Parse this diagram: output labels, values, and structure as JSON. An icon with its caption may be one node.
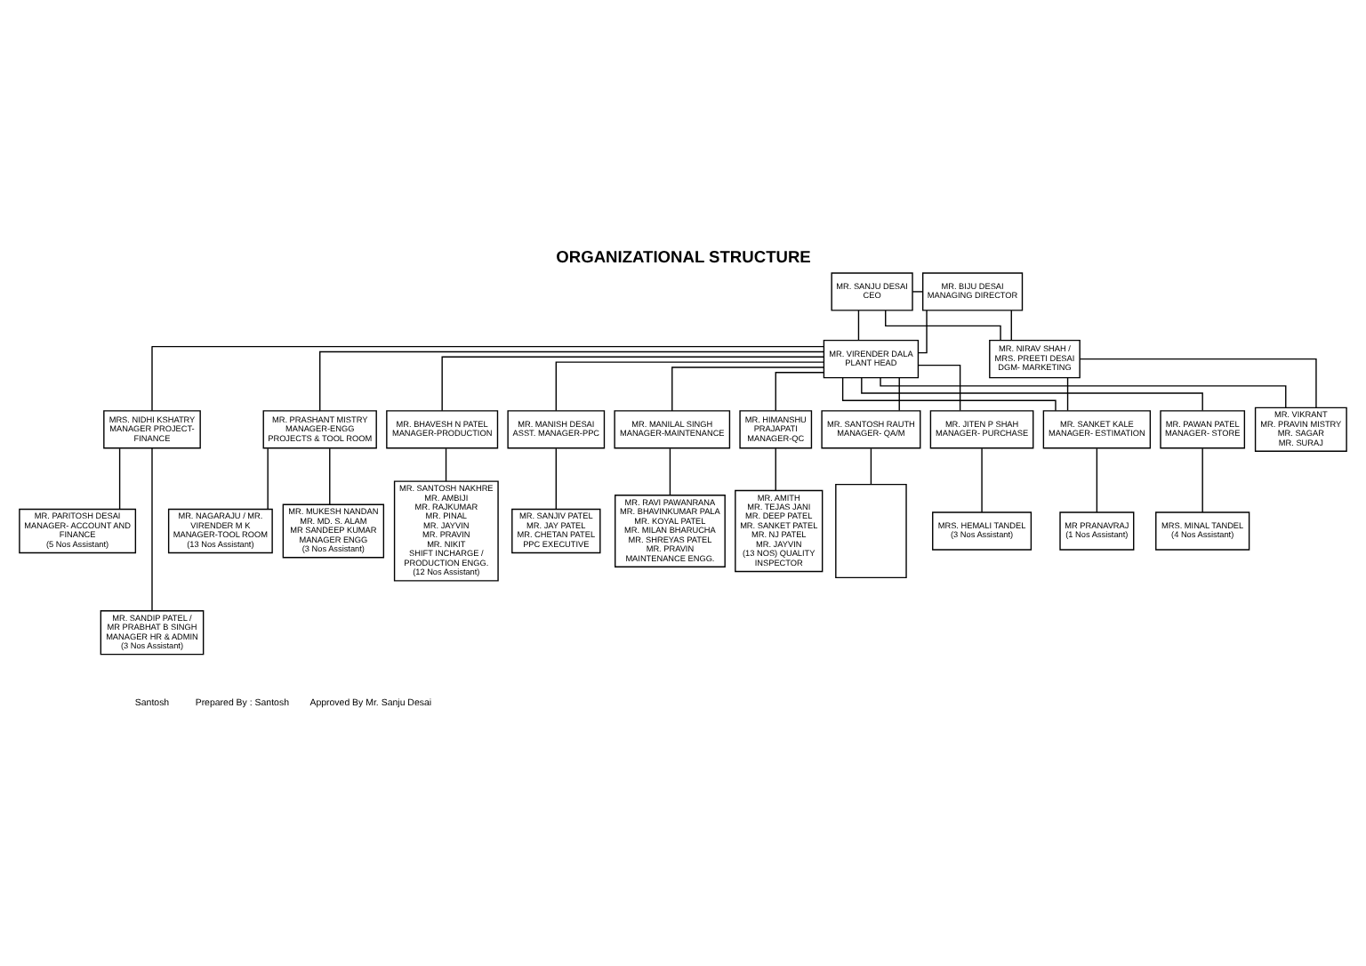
{
  "diagram": {
    "title": "ORGANIZATIONAL STRUCTURE",
    "nodes": [
      {
        "text": [
          "MR. SANJU DESAI",
          "CEO"
        ]
      },
      {
        "text": [
          "MR. BIJU DESAI",
          "MANAGING DIRECTOR"
        ]
      },
      {
        "text": [
          "MR. VIRENDER DALA",
          "PLANT HEAD"
        ]
      },
      {
        "text": [
          "MR. NIRAV SHAH / MRS. PREETI DESAI",
          "DGM- MARKETING"
        ]
      },
      {
        "text": [
          "MRS. NIDHI KSHATRY",
          "MANAGER PROJECT- FINANCE"
        ]
      },
      {
        "text": [
          "MR. PRASHANT MISTRY",
          "MANAGER-ENGG PROJECTS & TOOL ROOM"
        ]
      },
      {
        "text": [
          "MR. BHAVESH N PATEL",
          "MANAGER-PRODUCTION"
        ]
      },
      {
        "text": [
          "MR. MANISH DESAI",
          "ASST. MANAGER-PPC"
        ]
      },
      {
        "text": [
          "MR. MANILAL SINGH",
          "MANAGER-MAINTENANCE"
        ]
      },
      {
        "text": [
          "MR. HIMANSHU PRAJAPATI",
          "MANAGER-QC"
        ]
      },
      {
        "text": [
          "MR. SANTOSH RAUTH",
          "MANAGER- QA/M"
        ]
      },
      {
        "text": [
          "MR. JITEN P SHAH",
          "MANAGER- PURCHASE"
        ]
      },
      {
        "text": [
          "MR. SANKET KALE",
          "MANAGER- ESTIMATION"
        ]
      },
      {
        "text": [
          "MR. PAWAN PATEL",
          "MANAGER- STORE"
        ]
      },
      {
        "text": [
          "MR. VIKRANT",
          "MR. PRAVIN MISTRY",
          "MR. SAGAR",
          "MR. SURAJ"
        ]
      },
      {
        "text": [
          "MR. PARITOSH DESAI",
          "MANAGER- ACCOUNT AND FINANCE",
          "(5 Nos Assistant)"
        ]
      },
      {
        "text": [
          "MR. NAGARAJU / MR. VIRENDER M K",
          "MANAGER-TOOL ROOM",
          "(13 Nos Assistant)"
        ]
      },
      {
        "text": [
          "MR. MUKESH NANDAN",
          "MR. MD. S. ALAM",
          "MR SANDEEP KUMAR",
          "MANAGER ENGG",
          "(3 Nos Assistant)"
        ]
      },
      {
        "text": [
          "MR. SANTOSH NAKHRE",
          "MR. AMBIJI",
          "MR. RAJKUMAR",
          "MR. PINAL",
          "MR. JAYVIN",
          "MR. PRAVIN",
          "MR. NIKIT",
          "SHIFT INCHARGE / PRODUCTION ENGG.",
          "(12 Nos Assistant)"
        ]
      },
      {
        "text": [
          "MR. SANJIV PATEL",
          "MR. JAY PATEL",
          "MR. CHETAN PATEL",
          "PPC EXECUTIVE"
        ]
      },
      {
        "text": [
          "MR. RAVI PAWANRANA",
          "MR. BHAVINKUMAR PALA",
          "MR. KOYAL PATEL",
          "MR. MILAN BHARUCHA",
          "MR. SHREYAS PATEL",
          "MR. PRAVIN",
          "MAINTENANCE ENGG."
        ]
      },
      {
        "text": [
          "MR. AMITH",
          "MR. TEJAS JANI",
          "MR. DEEP PATEL",
          "MR. SANKET PATEL",
          "MR. NJ PATEL",
          "MR. JAYVIN",
          "(13 NOS) QUALITY INSPECTOR"
        ]
      },
      {
        "text": [],
        "shape": "box"
      },
      {
        "text": [
          "MRS. HEMALI TANDEL",
          "(3 Nos Assistant)"
        ]
      },
      {
        "text": [
          "MR PRANAVRAJ",
          "(1 Nos Assistant)"
        ]
      },
      {
        "text": [
          "MRS. MINAL TANDEL",
          "(4 Nos Assistant)"
        ]
      },
      {
        "text": [
          "MR. SANDIP PATEL / MR PRABHAT B SINGH",
          "MANAGER HR & ADMIN",
          "(3 Nos Assistant)"
        ]
      }
    ],
    "edges": [
      {
        "from": 0,
        "to": 1,
        "arrow": "none"
      },
      {
        "from": 0,
        "to": 2,
        "arrow": "none"
      },
      {
        "from": 1,
        "to": 2,
        "arrow": "none"
      },
      {
        "from": 0,
        "to": 3,
        "arrow": "none"
      },
      {
        "from": 1,
        "to": 3,
        "arrow": "none"
      },
      {
        "from": 2,
        "to": 4,
        "arrow": "none"
      },
      {
        "from": 2,
        "to": 5,
        "arrow": "none"
      },
      {
        "from": 2,
        "to": 6,
        "arrow": "none"
      },
      {
        "from": 2,
        "to": 7,
        "arrow": "none"
      },
      {
        "from": 2,
        "to": 8,
        "arrow": "none"
      },
      {
        "from": 2,
        "to": 9,
        "arrow": "none"
      },
      {
        "from": 2,
        "to": 10,
        "arrow": "none"
      },
      {
        "from": 2,
        "to": 11,
        "arrow": "none"
      },
      {
        "from": 2,
        "to": 12,
        "arrow": "none"
      },
      {
        "from": 2,
        "to": 13,
        "arrow": "none"
      },
      {
        "from": 2,
        "to": 14,
        "arrow": "none"
      },
      {
        "from": 3,
        "to": 12,
        "arrow": "none"
      },
      {
        "from": 3,
        "to": 14,
        "arrow": "none"
      },
      {
        "from": 4,
        "to": 15,
        "arrow": "none"
      },
      {
        "from": 4,
        "to": 26,
        "arrow": "none"
      },
      {
        "from": 5,
        "to": 16,
        "arrow": "none"
      },
      {
        "from": 5,
        "to": 17,
        "arrow": "none"
      },
      {
        "from": 6,
        "to": 18,
        "arrow": "none"
      },
      {
        "from": 7,
        "to": 19,
        "arrow": "none"
      },
      {
        "from": 8,
        "to": 20,
        "arrow": "none"
      },
      {
        "from": 9,
        "to": 21,
        "arrow": "none"
      },
      {
        "from": 10,
        "to": 22,
        "arrow": "none"
      },
      {
        "from": 11,
        "to": 23,
        "arrow": "none"
      },
      {
        "from": 12,
        "to": 24,
        "arrow": "none"
      },
      {
        "from": 13,
        "to": 25,
        "arrow": "none"
      }
    ],
    "labels": [
      "Santosh",
      "Prepared By : Santosh",
      "Approved By Mr. Sanju Desai"
    ]
  }
}
